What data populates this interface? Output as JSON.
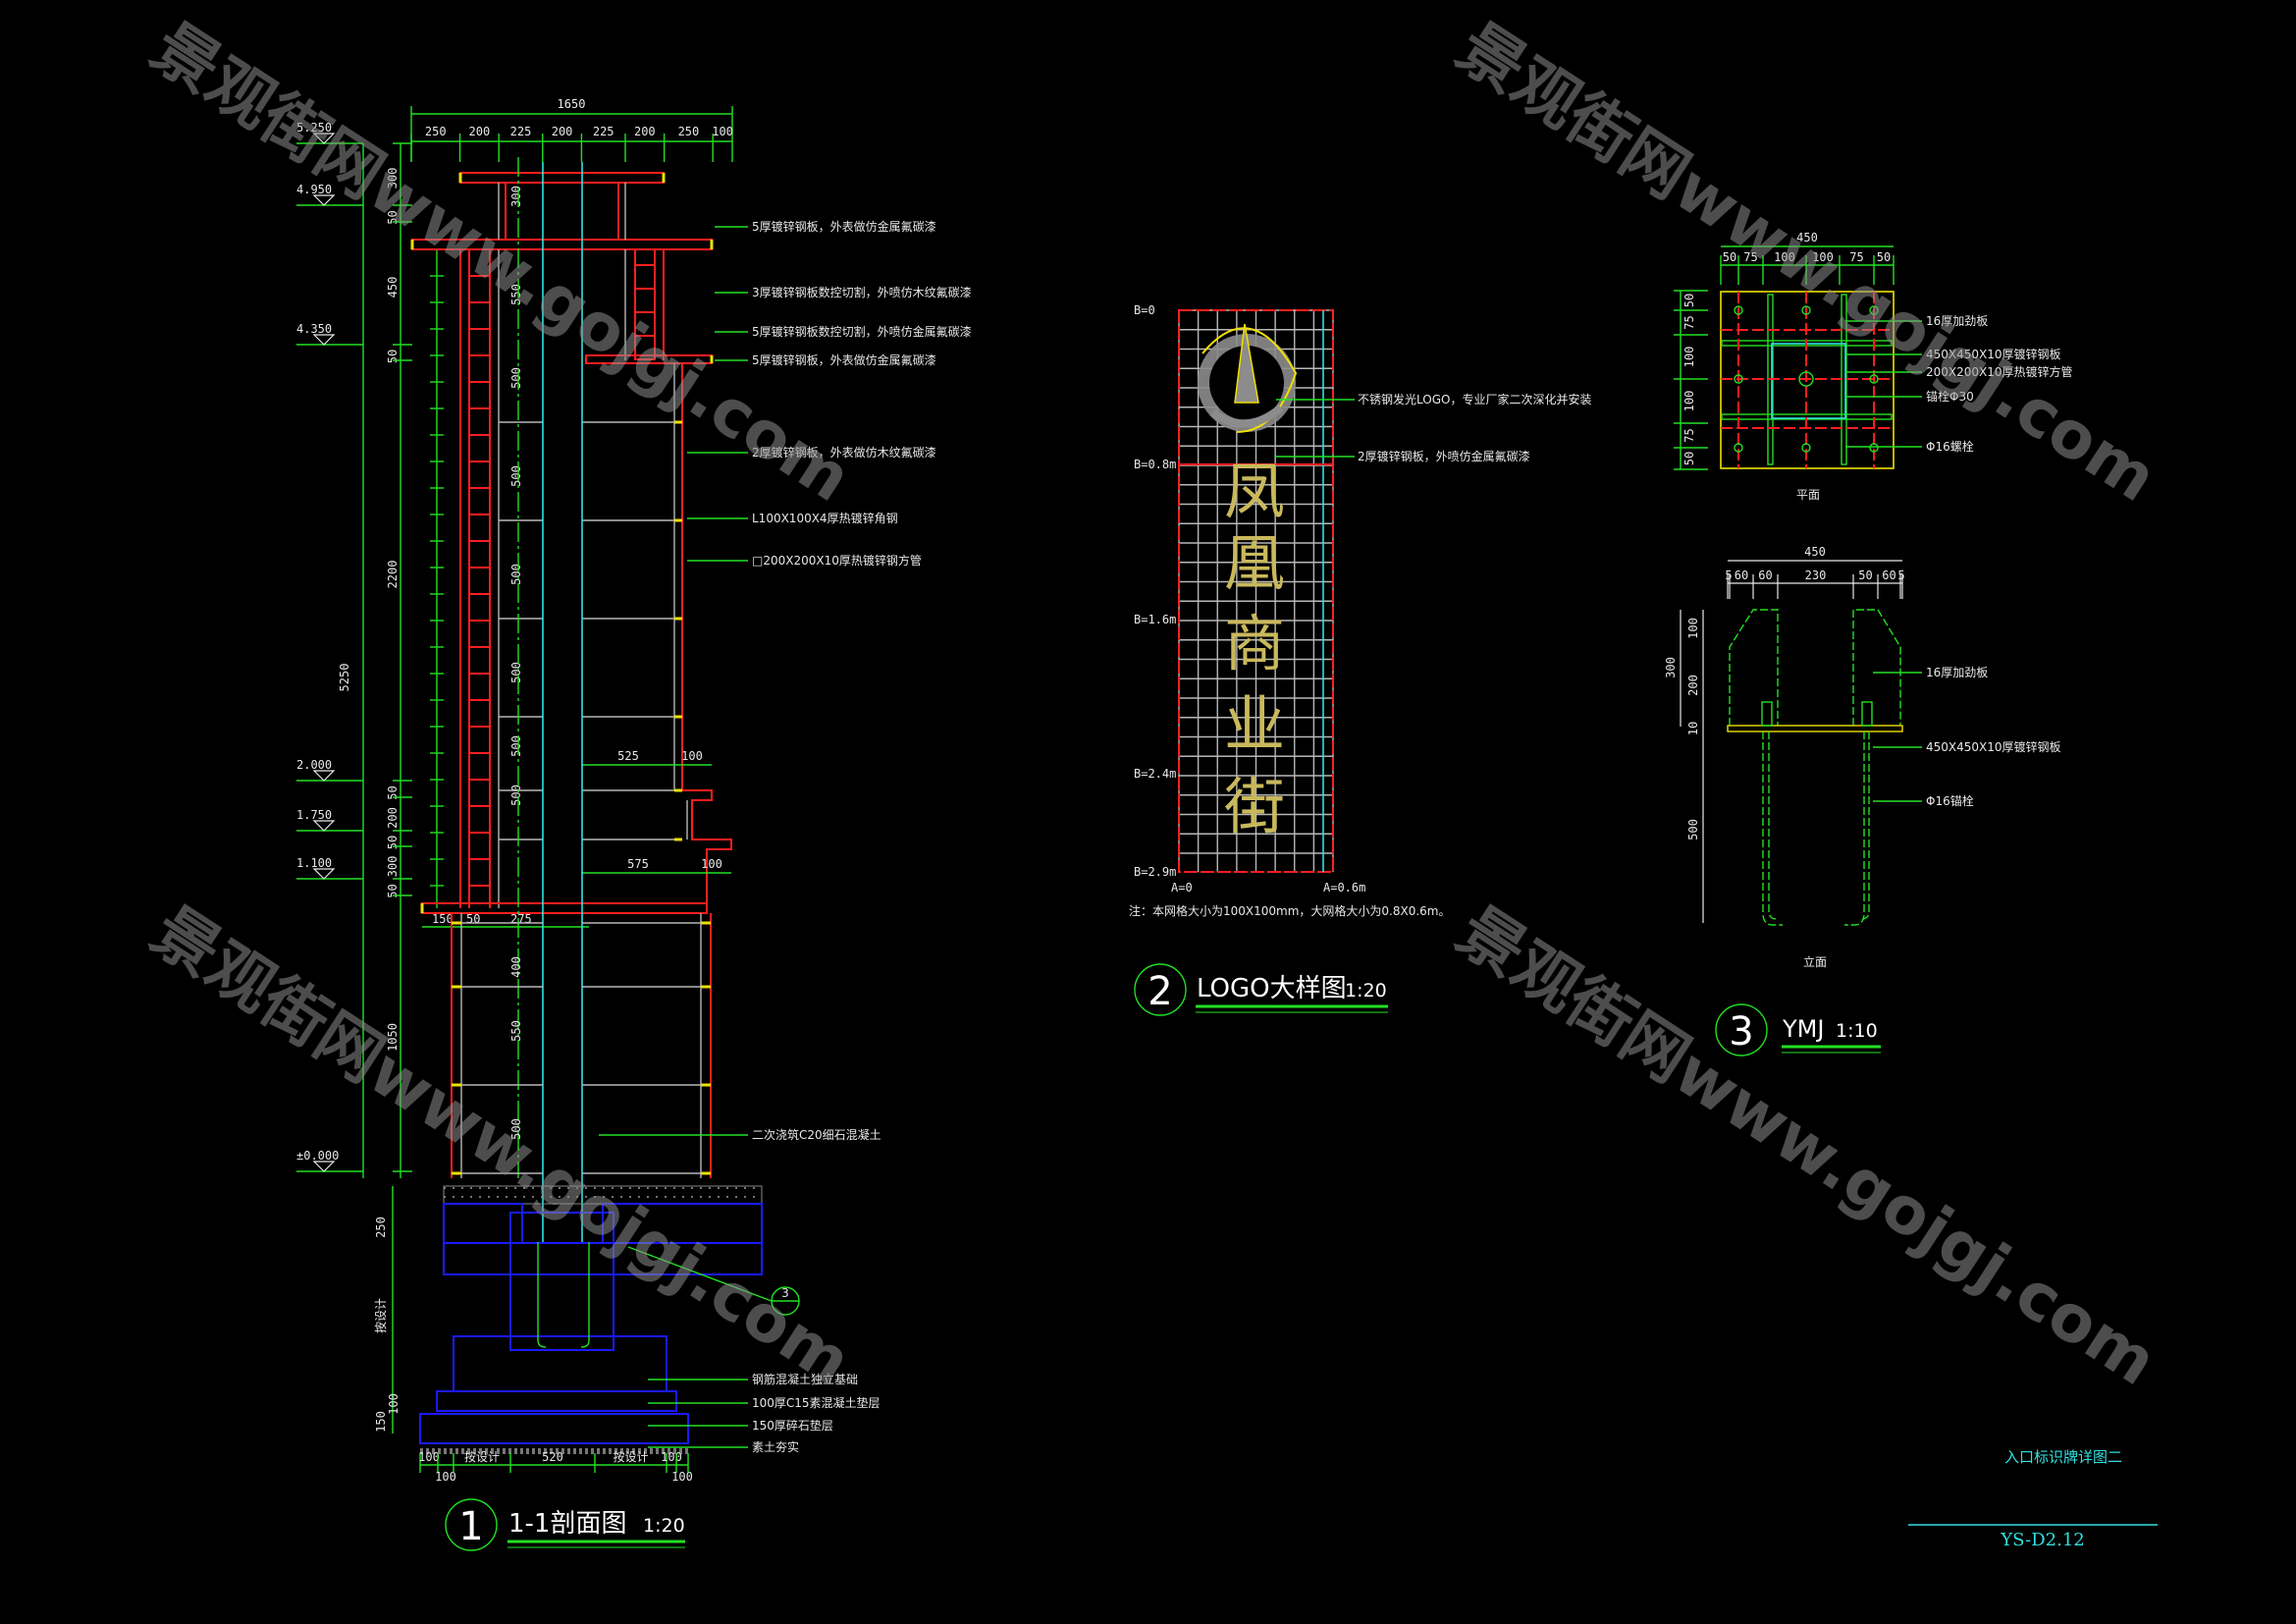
{
  "sheet": {
    "title": "入口标识牌详图二",
    "number": "YS-D2.12",
    "watermark": "景观街网www.gojgj.com"
  },
  "section": {
    "num": "1",
    "title": "1-1剖面图",
    "scale": "1:20",
    "top_total": "1650",
    "top_dims": [
      "250",
      "200",
      "225",
      "200",
      "225",
      "200",
      "250",
      "100"
    ],
    "levels": [
      "5.250",
      "4.950",
      "4.350",
      "2.000",
      "1.750",
      "1.100",
      "±0.000"
    ],
    "left_total": "5250",
    "left_dims": [
      "300",
      "50",
      "450",
      "50",
      "2200",
      "50",
      "200",
      "50",
      "300",
      "50",
      "1050"
    ],
    "rib_dims": [
      "300",
      "550",
      "500",
      "500",
      "500",
      "500",
      "500",
      "500",
      "400",
      "550",
      "500"
    ],
    "small_dims": [
      "150",
      "50",
      "275",
      "50",
      "525",
      "50",
      "100",
      "575",
      "100",
      "100",
      "250"
    ],
    "bottom_dims": [
      "100",
      "100",
      "按设计",
      "520",
      "按设计",
      "100",
      "100"
    ],
    "found_dims": [
      "按设计",
      "150",
      "100"
    ],
    "notes": [
      "5厚镀锌钢板，外表做仿金属氟碳漆",
      "3厚镀锌钢板数控切割，外喷仿木纹氟碳漆",
      "5厚镀锌钢板数控切割，外喷仿金属氟碳漆",
      "5厚镀锌钢板，外表做仿金属氟碳漆",
      "2厚镀锌钢板，外表做仿木纹氟碳漆",
      "L100X100X4厚热镀锌角钢",
      "□200X200X10厚热镀锌钢方管",
      "二次浇筑C20细石混凝土",
      "钢筋混凝土独立基础",
      "100厚C15素混凝土垫层",
      "150厚碎石垫层",
      "素土夯实"
    ],
    "callout": "3"
  },
  "logo": {
    "num": "2",
    "title": "LOGO大样图",
    "scale": "1:20",
    "b_labels": [
      "B=0",
      "B=0.8m",
      "B=1.6m",
      "B=2.4m",
      "B=2.9m"
    ],
    "a_labels": [
      "A=0",
      "A=0.6m"
    ],
    "chars": [
      "凤",
      "凰",
      "商",
      "业",
      "街"
    ],
    "notes": [
      "不锈钢发光LOGO，专业厂家二次深化并安装",
      "2厚镀锌钢板，外喷仿金属氟碳漆"
    ],
    "footnote": "注：本网格大小为100X100mm，大网格大小为0.8X0.6m。",
    "colors": {
      "chars": "#c9b95c",
      "logo": "#8c8c8c",
      "outline": "#f0e000"
    }
  },
  "ymj": {
    "num": "3",
    "title": "YMJ",
    "scale": "1:10",
    "plan_label": "平面",
    "elev_label": "立面",
    "plan_total": "450",
    "plan_dims": [
      "50",
      "75",
      "100",
      "100",
      "75",
      "50"
    ],
    "plan_vdims": [
      "50",
      "75",
      "100",
      "100",
      "75",
      "50"
    ],
    "plan_notes": [
      "16厚加劲板",
      "450X450X10厚镀锌钢板",
      "200X200X10厚热镀锌方管",
      "锚栓Φ30",
      "Φ16螺栓"
    ],
    "elev_total": "450",
    "elev_dims": [
      "5",
      "60",
      "60",
      "230",
      "50",
      "60",
      "5"
    ],
    "elev_vdims": [
      "300",
      "100",
      "200",
      "10",
      "500"
    ],
    "elev_notes": [
      "16厚加劲板",
      "450X450X10厚镀锌钢板",
      "Φ16锚栓"
    ]
  }
}
